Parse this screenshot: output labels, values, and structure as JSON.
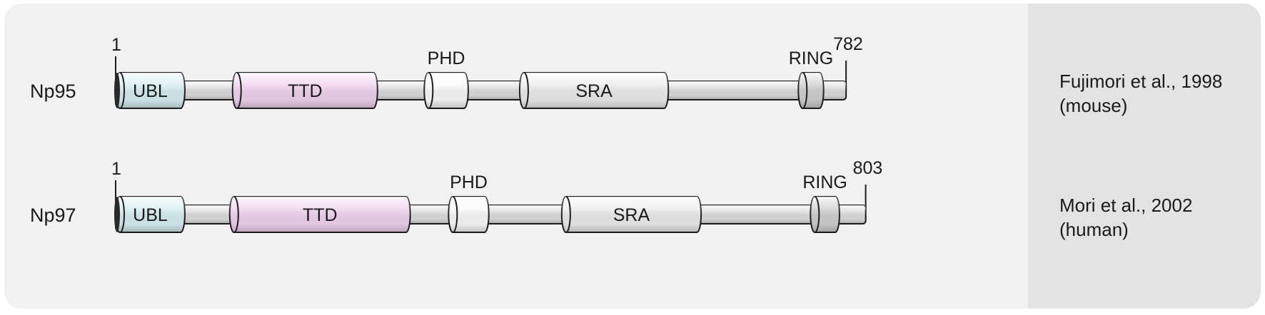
{
  "colors": {
    "panel": "#f0f1f0",
    "ref_panel": "#e3e3e4",
    "ubl": "#d6eef0",
    "ttd": "#f0d2ee",
    "phd": "#fafafa",
    "sra": "#ececec",
    "ring": "#cfcfcf",
    "backbone": "#dcdcdc",
    "outline": "#1e1e1e"
  },
  "proteins": [
    {
      "name": "Np95",
      "start_label": "1",
      "end_label": "782",
      "length": 782,
      "reference": [
        "Fujimori et al., 1998",
        "(mouse)"
      ],
      "domains": [
        {
          "label": "UBL",
          "start": 1,
          "end": 75,
          "color": "ubl",
          "label_above": false
        },
        {
          "label": "TTD",
          "start": 126,
          "end": 281,
          "color": "ttd",
          "label_above": false
        },
        {
          "label": "PHD",
          "start": 331,
          "end": 378,
          "color": "phd",
          "label_above": true
        },
        {
          "label": "SRA",
          "start": 433,
          "end": 592,
          "color": "sra",
          "label_above": false
        },
        {
          "label": "RING",
          "start": 731,
          "end": 758,
          "color": "ring",
          "label_above": true
        }
      ]
    },
    {
      "name": "Np97",
      "start_label": "1",
      "end_label": "803",
      "length": 803,
      "reference": [
        "Mori et al., 2002",
        "(human)"
      ],
      "domains": [
        {
          "label": "UBL",
          "start": 1,
          "end": 75,
          "color": "ubl",
          "label_above": false
        },
        {
          "label": "TTD",
          "start": 123,
          "end": 316,
          "color": "ttd",
          "label_above": false
        },
        {
          "label": "PHD",
          "start": 357,
          "end": 400,
          "color": "phd",
          "label_above": true
        },
        {
          "label": "SRA",
          "start": 478,
          "end": 627,
          "color": "sra",
          "label_above": false
        },
        {
          "label": "RING",
          "start": 744,
          "end": 775,
          "color": "ring",
          "label_above": true
        }
      ]
    }
  ]
}
